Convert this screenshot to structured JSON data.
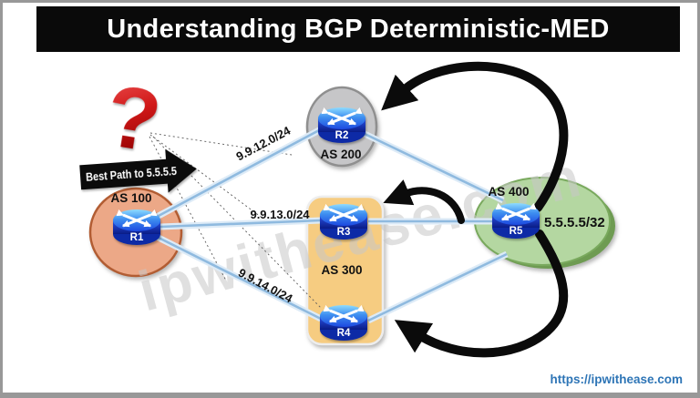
{
  "title": "Understanding BGP Deterministic-MED",
  "question_mark": "?",
  "best_path_callout": "Best Path to 5.5.5.5",
  "watermark": "ipwithease.com",
  "footer_link": "https://ipwithease.com",
  "autonomous_systems": {
    "as100": {
      "label": "AS 100",
      "fill": "#ECA887"
    },
    "as200": {
      "label": "AS 200",
      "fill": "#C6C6C8"
    },
    "as300": {
      "label": "AS 300",
      "fill": "#F6CC81"
    },
    "as400": {
      "label": "AS 400",
      "fill": "#B4D7A1",
      "advertised_prefix": "5.5.5.5/32"
    }
  },
  "routers": {
    "r1": {
      "label": "R1"
    },
    "r2": {
      "label": "R2"
    },
    "r3": {
      "label": "R3"
    },
    "r4": {
      "label": "R4"
    },
    "r5": {
      "label": "R5"
    }
  },
  "links": {
    "r1_r2": {
      "subnet": "9.9.12.0/24"
    },
    "r1_r3": {
      "subnet": "9.9.13.0/24"
    },
    "r1_r4": {
      "subnet": "9.9.14.0/24"
    }
  },
  "colors": {
    "title_bg": "#0A0A0A",
    "link_blue": "#8FBADF",
    "question_red": "#C01010",
    "footer_link_blue": "#2E75B6",
    "as100_border": "#B25D33",
    "as400_border": "#6E9B52"
  }
}
